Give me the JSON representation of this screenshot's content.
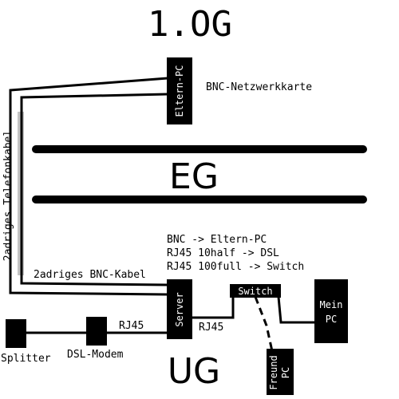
{
  "floors": {
    "og": "1.OG",
    "eg": "EG",
    "ug": "UG"
  },
  "nodes": {
    "eltern_pc": "Eltern-PC",
    "server": "Server",
    "switch": "Switch",
    "mein_pc": [
      "Mein",
      "PC"
    ],
    "freund_pc": [
      "Freund",
      "PC"
    ],
    "dsl_modem": "DSL-Modem",
    "splitter": "Splitter"
  },
  "labels": {
    "bnc_netzwerkkarte": "BNC-Netzwerkkarte",
    "telefonkabel": "2adriges Telefonkabel",
    "bnc_kabel": "2adriges BNC-Kabel",
    "rj45_modem": "RJ45",
    "rj45_switch": "RJ45"
  },
  "server_notes": [
    "BNC -> Eltern-PC",
    "RJ45 10half -> DSL",
    "RJ45 100full -> Switch"
  ],
  "colors": {
    "line": "#000000",
    "box": "#000000",
    "box_text": "#ffffff",
    "conduit": "#bdbdbd"
  }
}
